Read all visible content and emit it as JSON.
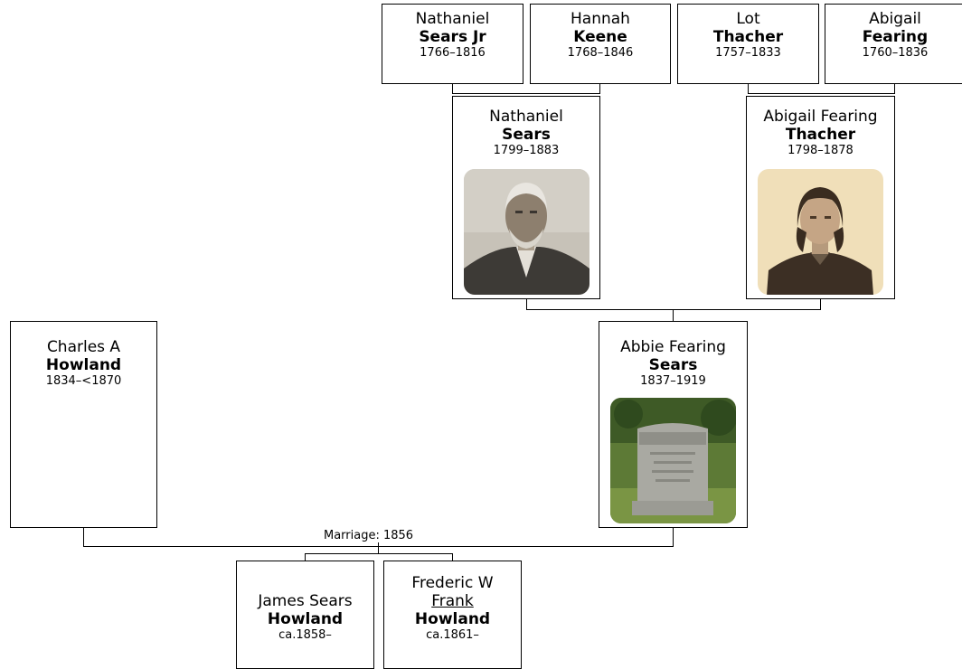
{
  "people": {
    "nathaniel_sears_jr": {
      "first": "Nathaniel",
      "last": "Sears Jr",
      "years": "1766–1816"
    },
    "hannah_keene": {
      "first": "Hannah",
      "last": "Keene",
      "years": "1768–1846"
    },
    "lot_thacher": {
      "first": "Lot",
      "last": "Thacher",
      "years": "1757–1833"
    },
    "abigail_fearing": {
      "first": "Abigail",
      "last": "Fearing",
      "years": "1760–1836"
    },
    "nathaniel_sears": {
      "first": "Nathaniel",
      "last": "Sears",
      "years": "1799–1883"
    },
    "abigail_thacher": {
      "first": "Abigail Fearing",
      "last": "Thacher",
      "years": "1798–1878"
    },
    "charles_howland": {
      "first": "Charles A",
      "last": "Howland",
      "years": "1834–<1870"
    },
    "abbie_sears": {
      "first": "Abbie Fearing",
      "last": "Sears",
      "years": "1837–1919"
    },
    "james_howland": {
      "first": "James Sears",
      "last": "Howland",
      "years": "ca.1858–"
    },
    "frederic_howland": {
      "first": "Frederic W",
      "nickname": "Frank",
      "last": "Howland",
      "years": "ca.1861–"
    }
  },
  "marriage": {
    "label": "Marriage: 1856"
  }
}
